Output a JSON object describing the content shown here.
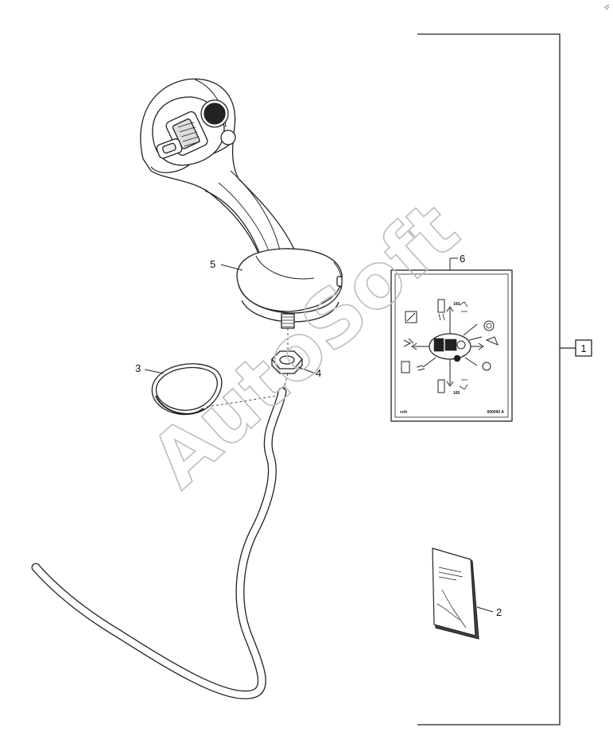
{
  "diagram": {
    "watermark": "AutoSoft",
    "callouts": {
      "assembly": "1",
      "booklet": "2",
      "gasket": "3",
      "nut": "4",
      "handle": "5",
      "decal": "6"
    },
    "decal": {
      "code": "000000 A",
      "brand": "cnh",
      "speed_top": "160",
      "speed_bottom": "160"
    }
  }
}
